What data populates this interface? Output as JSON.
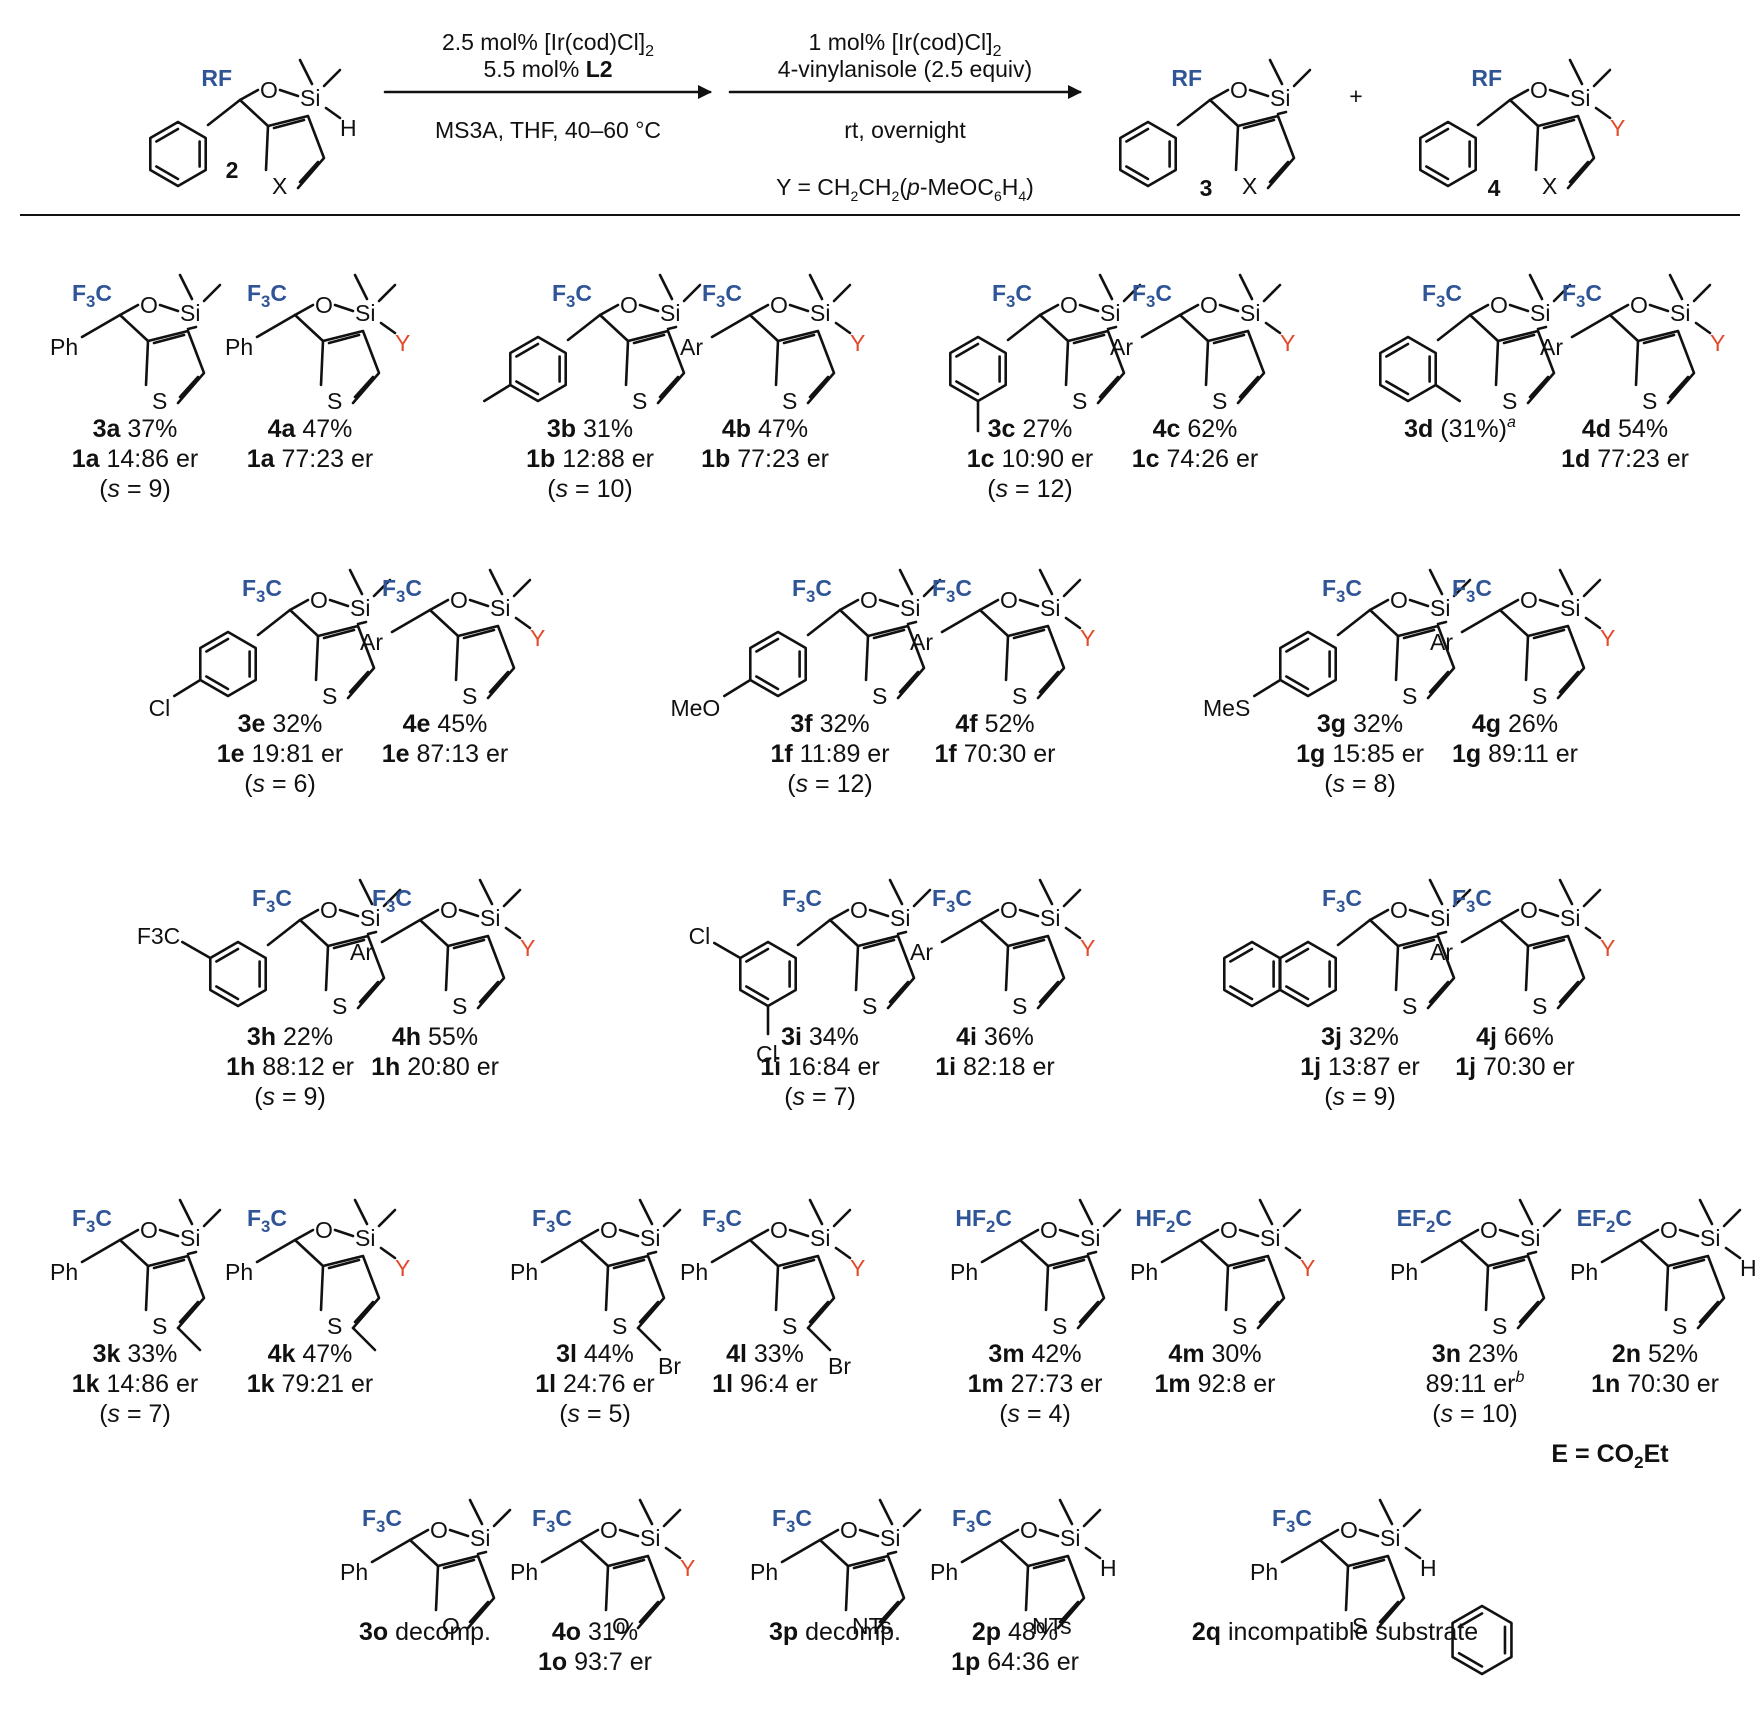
{
  "colors": {
    "rf_group": "#2f5597",
    "Y_group": "#e34a2b",
    "bond": "#111111"
  },
  "scheme": {
    "arrow1": {
      "line1": "2.5 mol% [Ir(cod)Cl]",
      "line1_sub": "2",
      "line2_pre": "5.5 mol% ",
      "line2_bold": "L2",
      "line3": "MS3A, THF, 40–60 °C"
    },
    "arrow2": {
      "line1": "1 mol% [Ir(cod)Cl]",
      "line1_sub": "2",
      "line2": "4-vinylanisole (2.5 equiv)",
      "line3": "rt, overnight",
      "y_def": "Y = CH2CH2(p-MeOC6H4)"
    },
    "substrate_label": "2",
    "product_labels": [
      "3",
      "4"
    ],
    "plus": "+"
  },
  "entries": [
    {
      "id": "3a",
      "lines": [
        "37%",
        "1a 14:86 er",
        "(s = 9)"
      ],
      "rf": "F3C",
      "aryl": "Ph"
    },
    {
      "id": "4a",
      "lines": [
        "47%",
        "1a 77:23 er"
      ],
      "rf": "F3C",
      "aryl": "Ph"
    },
    {
      "id": "3b",
      "lines": [
        "31%",
        "1b 12:88 er",
        "(s = 10)"
      ],
      "rf": "F3C"
    },
    {
      "id": "4b",
      "lines": [
        "47%",
        "1b 77:23 er"
      ],
      "rf": "F3C",
      "aryl": "Ar"
    },
    {
      "id": "3c",
      "lines": [
        "27%",
        "1c 10:90 er",
        "(s = 12)"
      ],
      "rf": "F3C"
    },
    {
      "id": "4c",
      "lines": [
        "62%",
        "1c 74:26 er"
      ],
      "rf": "F3C",
      "aryl": "Ar"
    },
    {
      "id": "3d",
      "lines": [
        "(31%)a"
      ],
      "rf": "F3C"
    },
    {
      "id": "4d",
      "lines": [
        "54%",
        "1d 77:23 er"
      ],
      "rf": "F3C",
      "aryl": "Ar"
    },
    {
      "id": "3e",
      "lines": [
        "32%",
        "1e 19:81 er",
        "(s = 6)"
      ],
      "rf": "F3C",
      "sub": "Cl"
    },
    {
      "id": "4e",
      "lines": [
        "45%",
        "1e 87:13 er"
      ],
      "rf": "F3C",
      "aryl": "Ar"
    },
    {
      "id": "3f",
      "lines": [
        "32%",
        "1f 11:89 er",
        "(s = 12)"
      ],
      "rf": "F3C",
      "sub": "MeO"
    },
    {
      "id": "4f",
      "lines": [
        "52%",
        "1f 70:30 er"
      ],
      "rf": "F3C",
      "aryl": "Ar"
    },
    {
      "id": "3g",
      "lines": [
        "32%",
        "1g 15:85 er",
        "(s = 8)"
      ],
      "rf": "F3C",
      "sub": "MeS"
    },
    {
      "id": "4g",
      "lines": [
        "26%",
        "1g 89:11 er"
      ],
      "rf": "F3C",
      "aryl": "Ar"
    },
    {
      "id": "3h",
      "lines": [
        "22%",
        "1h 88:12 er",
        "(s = 9)"
      ],
      "rf": "F3C",
      "sub": "F3C"
    },
    {
      "id": "4h",
      "lines": [
        "55%",
        "1h 20:80 er"
      ],
      "rf": "F3C",
      "aryl": "Ar"
    },
    {
      "id": "3i",
      "lines": [
        "34%",
        "1i 16:84 er",
        "(s = 7)"
      ],
      "rf": "F3C",
      "sub": "Cl"
    },
    {
      "id": "4i",
      "lines": [
        "36%",
        "1i 82:18 er"
      ],
      "rf": "F3C",
      "aryl": "Ar"
    },
    {
      "id": "3j",
      "lines": [
        "32%",
        "1j 13:87 er",
        "(s = 9)"
      ],
      "rf": "F3C"
    },
    {
      "id": "4j",
      "lines": [
        "66%",
        "1j 70:30 er"
      ],
      "rf": "F3C",
      "aryl": "Ar"
    },
    {
      "id": "3k",
      "lines": [
        "33%",
        "1k 14:86 er",
        "(s = 7)"
      ],
      "rf": "F3C",
      "aryl": "Ph"
    },
    {
      "id": "4k",
      "lines": [
        "47%",
        "1k 79:21 er"
      ],
      "rf": "F3C",
      "aryl": "Ph"
    },
    {
      "id": "3l",
      "lines": [
        "44%",
        "1l 24:76 er",
        "(s = 5)"
      ],
      "rf": "F3C",
      "aryl": "Ph",
      "sub": "Br"
    },
    {
      "id": "4l",
      "lines": [
        "33%",
        "1l 96:4 er"
      ],
      "rf": "F3C",
      "aryl": "Ph",
      "sub": "Br"
    },
    {
      "id": "3m",
      "lines": [
        "42%",
        "1m 27:73 er",
        "(s = 4)"
      ],
      "rf": "HF2C",
      "aryl": "Ph"
    },
    {
      "id": "4m",
      "lines": [
        "30%",
        "1m 92:8 er"
      ],
      "rf": "HF2C",
      "aryl": "Ph"
    },
    {
      "id": "3n",
      "lines": [
        "23%",
        "89:11 erb",
        "(s = 10)"
      ],
      "rf": "EF2C",
      "aryl": "Ph"
    },
    {
      "id": "2n",
      "lines": [
        "52%",
        "1n 70:30 er"
      ],
      "rf": "EF2C",
      "aryl": "Ph"
    },
    {
      "id": "3o",
      "lines": [
        "decomp."
      ],
      "rf": "F3C",
      "aryl": "Ph"
    },
    {
      "id": "4o",
      "lines": [
        "31%",
        "1o 93:7 er"
      ],
      "rf": "F3C",
      "aryl": "Ph"
    },
    {
      "id": "3p",
      "lines": [
        "decomp."
      ],
      "rf": "F3C",
      "aryl": "Ph",
      "sub": "NTs"
    },
    {
      "id": "2p",
      "lines": [
        "48%",
        "1p 64:36 er"
      ],
      "rf": "F3C",
      "aryl": "Ph",
      "sub": "NTs"
    },
    {
      "id": "2q",
      "lines": [
        "incompatible substrate"
      ],
      "rf": "F3C",
      "aryl": "Ph"
    }
  ],
  "e_def": "E = CO2Et"
}
